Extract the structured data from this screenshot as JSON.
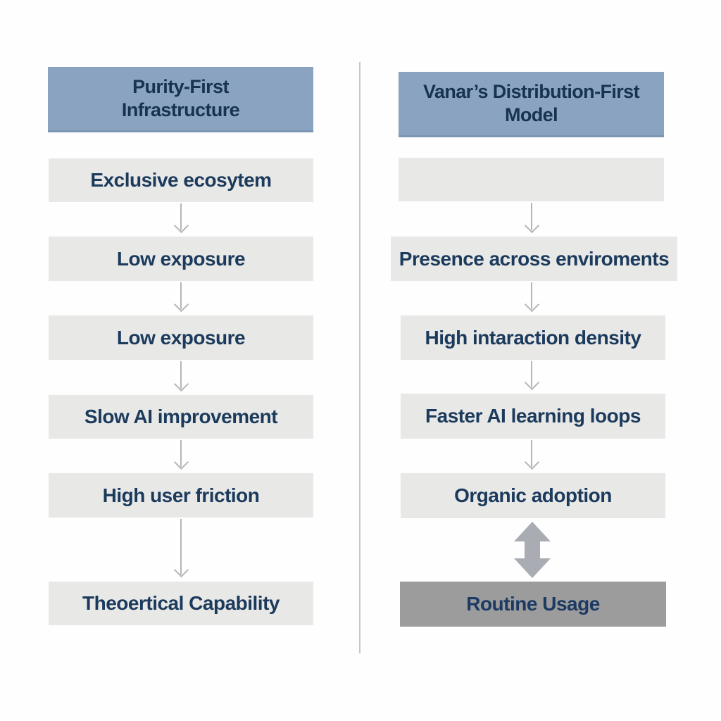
{
  "diagram": {
    "type": "comparison-flowchart",
    "columns_count": 2
  },
  "left_column": {
    "header": {
      "full": "Purity-First Infrastructure",
      "lines": [
        "Purity-First",
        "Infrastructure"
      ]
    },
    "rows": [
      {
        "label": "Exclusive ecosytem"
      },
      {
        "label": "Low exposure"
      },
      {
        "label": "Low exposure"
      },
      {
        "label": "Slow AI improvement"
      },
      {
        "label": "High user friction"
      },
      {
        "label": "Theoertical Capability"
      }
    ],
    "connectors": [
      "thin-arrow",
      "thin-arrow",
      "thin-arrow",
      "thin-arrow",
      "thin-arrow-long"
    ]
  },
  "right_column": {
    "header": {
      "full": "Vanar’s Distribution-First Model",
      "lines": [
        "Vanar’s Distribution-First",
        "Model"
      ]
    },
    "rows": [
      {
        "label": ""
      },
      {
        "label": "Presence across enviroments"
      },
      {
        "label": "High intaraction density"
      },
      {
        "label": "Faster AI learning loops"
      },
      {
        "label": "Organic adoption"
      },
      {
        "label": "Routine Usage"
      }
    ],
    "connectors": [
      "thin-arrow",
      "thin-arrow",
      "thin-arrow",
      "thin-arrow",
      "thick-double-arrow"
    ]
  },
  "colors": {
    "header_bg": "#8aa3c0",
    "header_border": "#7b96b2",
    "box_bg": "#e8e8e7",
    "final_box_bg": "#9c9c9c",
    "text_navy": "#1b3a5c",
    "thin_arrow": "#b6b6b6",
    "thick_arrow": "#a9adb3",
    "divider": "#c7c7c7",
    "background": "#fefefe"
  }
}
